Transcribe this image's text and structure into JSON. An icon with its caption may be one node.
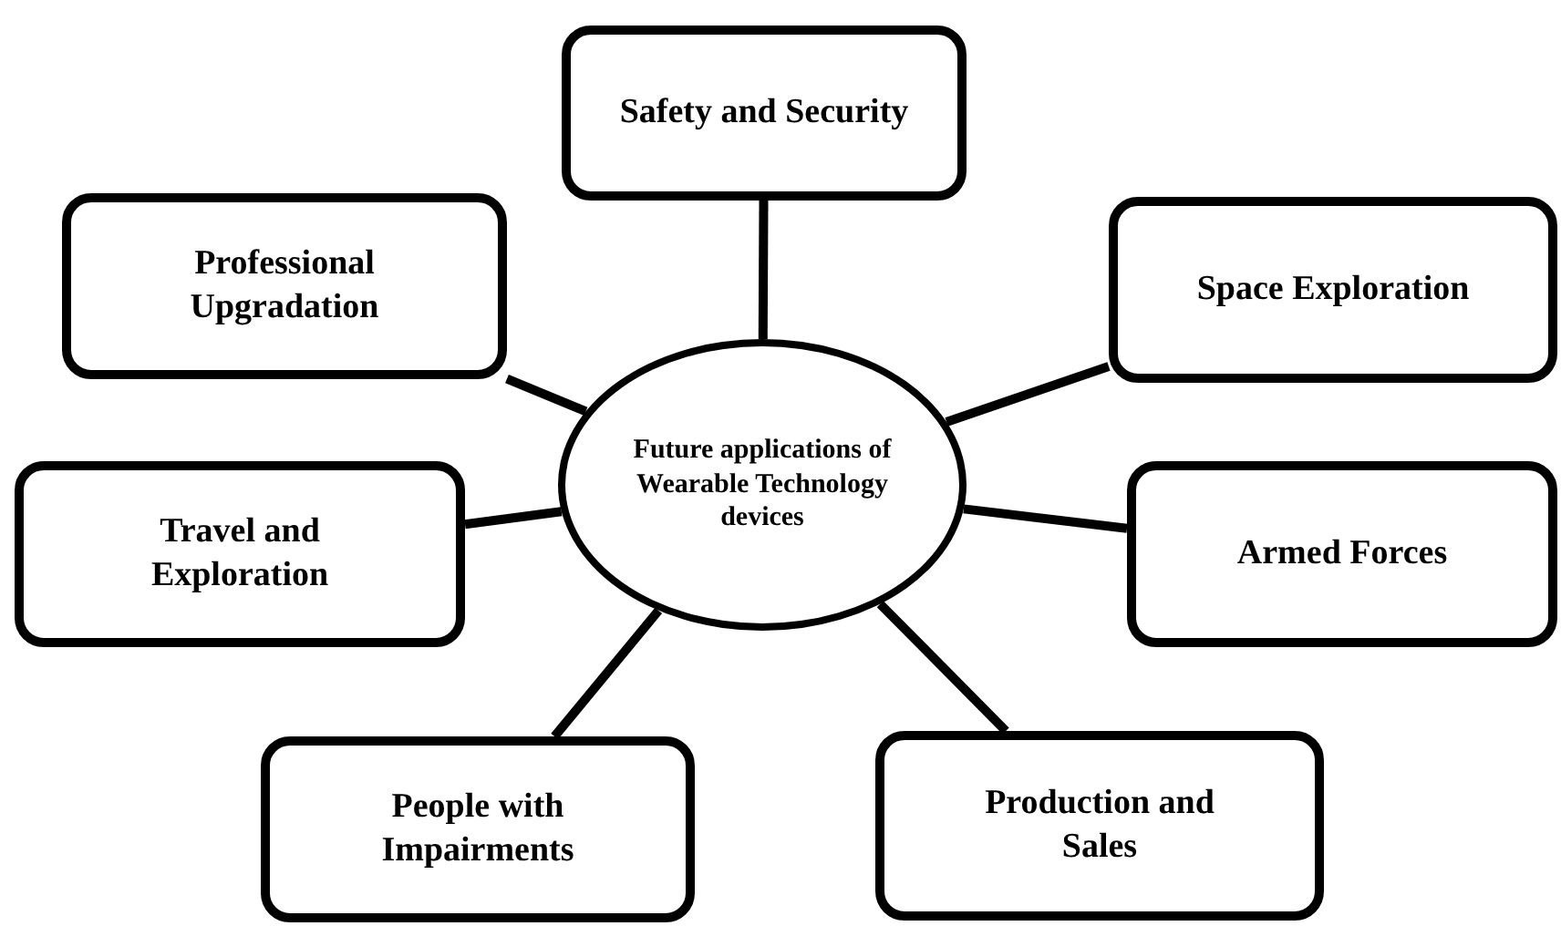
{
  "diagram": {
    "nodes": [
      {
        "text": [
          "Future applications of Wearable Technology devices"
        ]
      },
      {
        "text": [
          "Safety and Security"
        ]
      },
      {
        "text": [
          "Professional Upgradation"
        ]
      },
      {
        "text": [
          "Space Exploration"
        ]
      },
      {
        "text": [
          "Travel and Exploration"
        ]
      },
      {
        "text": [
          "Armed Forces"
        ]
      },
      {
        "text": [
          "People with Impairments"
        ]
      },
      {
        "text": [
          "Production and Sales"
        ]
      }
    ],
    "edges": [
      {
        "from": 0,
        "to": 1,
        "arrow": "none"
      },
      {
        "from": 0,
        "to": 2,
        "arrow": "none"
      },
      {
        "from": 0,
        "to": 3,
        "arrow": "none"
      },
      {
        "from": 0,
        "to": 4,
        "arrow": "none"
      },
      {
        "from": 0,
        "to": 5,
        "arrow": "none"
      },
      {
        "from": 0,
        "to": 6,
        "arrow": "none"
      },
      {
        "from": 0,
        "to": 7,
        "arrow": "none"
      }
    ]
  }
}
